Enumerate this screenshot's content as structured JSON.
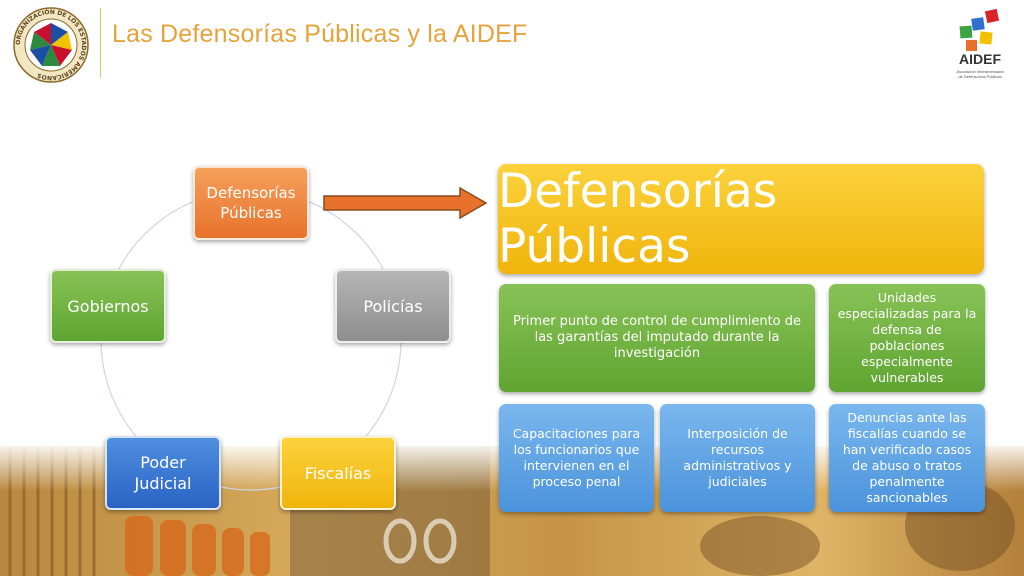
{
  "slide": {
    "title": "Las Defensorías Públicas y la AIDEF",
    "seal_text": "ORGANIZACIÓN DE LOS ESTADOS AMERICANOS",
    "logo": {
      "name": "AIDEF",
      "subtitle_line1": "Asociación Interamericana",
      "subtitle_line2": "de Defensorías Públicas"
    }
  },
  "cycle": {
    "nodes": [
      {
        "label": "Defensorías Públicas",
        "color": "#e8722b"
      },
      {
        "label": "Policías",
        "color": "#8e8e8e"
      },
      {
        "label": "Fiscalías",
        "color": "#f0b40c"
      },
      {
        "label": "Poder Judicial",
        "color": "#2a63c4"
      },
      {
        "label": "Gobiernos",
        "color": "#5fa532"
      }
    ]
  },
  "detail": {
    "header": "Defensorías Públicas",
    "boxes": [
      "Primer punto de control de cumplimiento de las garantías del imputado durante la investigación",
      "Unidades especializadas para la defensa de poblaciones especialmente vulnerables",
      "Capacitaciones para los funcionarios que intervienen en el proceso penal",
      "Interposición de recursos administrativos y judiciales",
      "Denuncias ante las fiscalías cuando se han verificado casos de abuso o tratos penalmente sancionables"
    ]
  },
  "colors": {
    "title": "#e6a23c",
    "arrow": "#e8722b",
    "header": "#f0b40c",
    "green": "#5fa532",
    "blue": "#4b93dc"
  }
}
